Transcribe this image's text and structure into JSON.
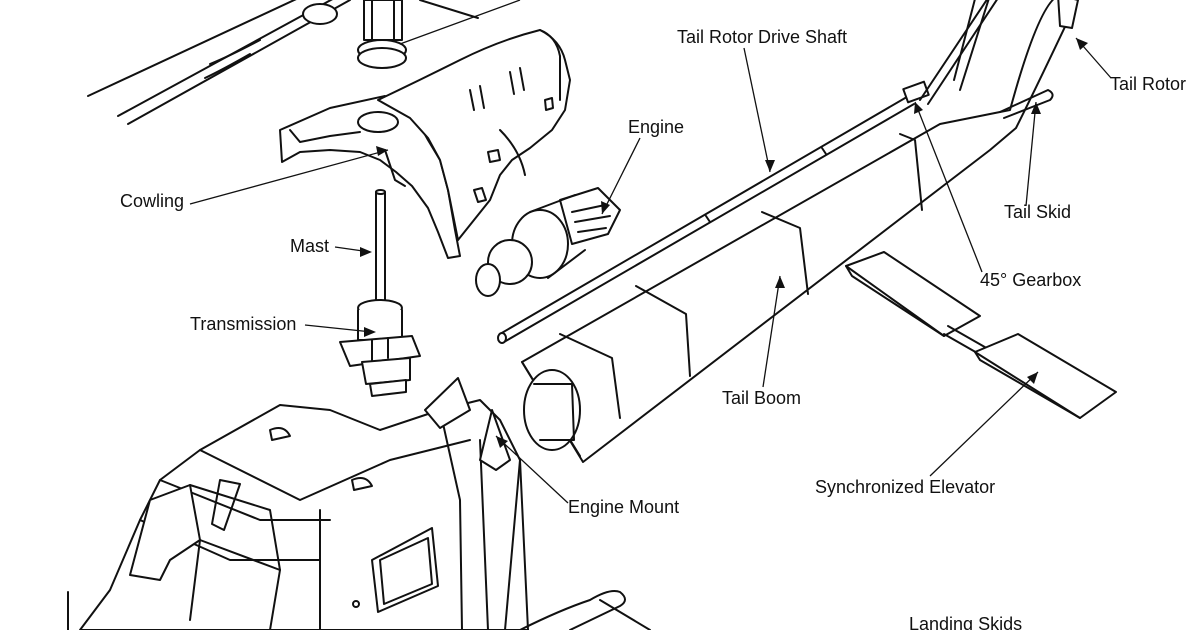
{
  "labels": {
    "tail_rotor_drive_shaft": "Tail Rotor Drive Shaft",
    "tail_rotor": "Tail Rotor",
    "engine": "Engine",
    "cowling": "Cowling",
    "mast": "Mast",
    "tail_skid": "Tail Skid",
    "gearbox_45": "45° Gearbox",
    "transmission": "Transmission",
    "tail_boom": "Tail Boom",
    "engine_mount": "Engine Mount",
    "synchronized_elevator": "Synchronized Elevator",
    "landing_skids": "Landing Skids"
  },
  "colors": {
    "line": "#111111",
    "background": "#ffffff"
  }
}
